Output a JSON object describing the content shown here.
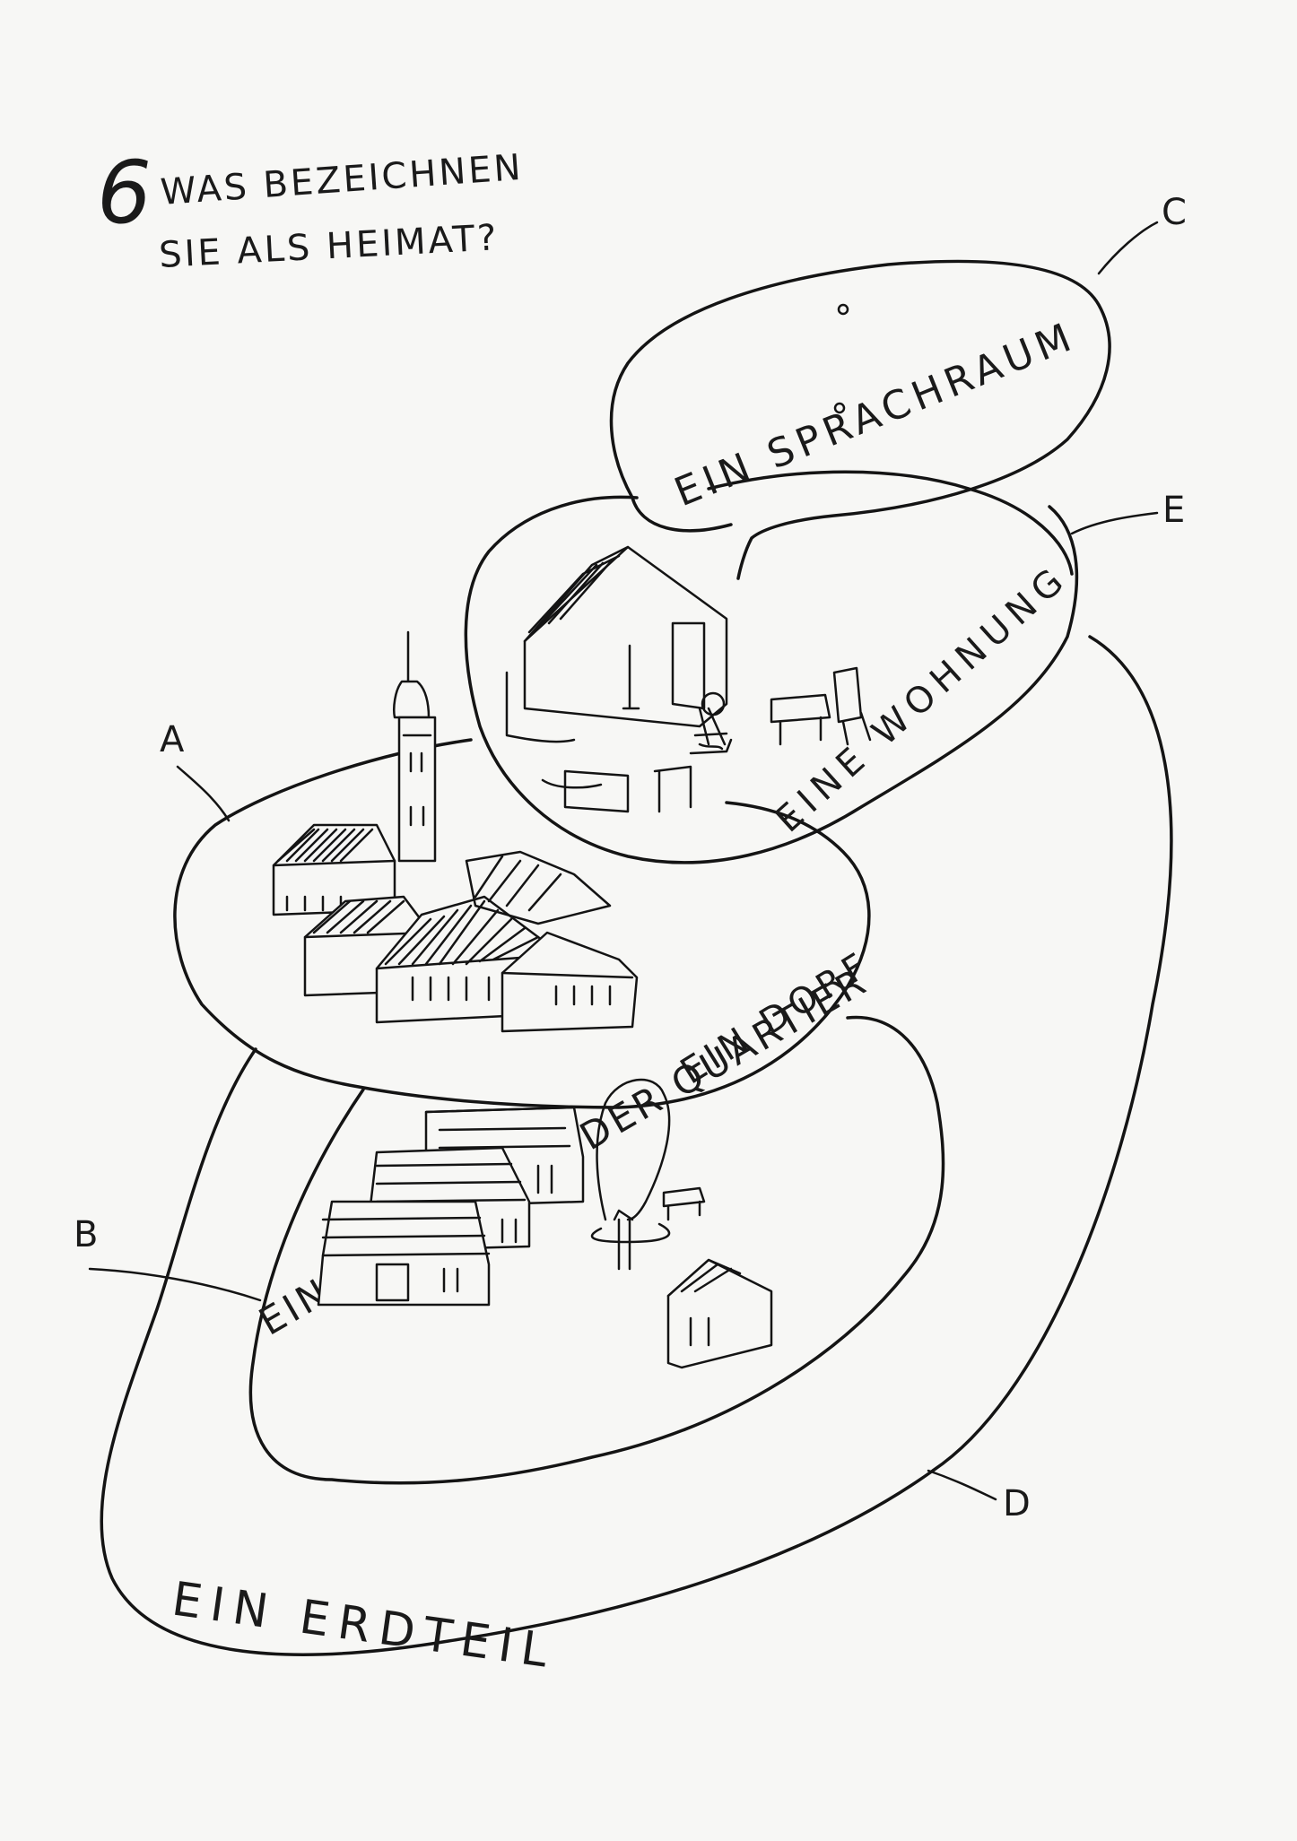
{
  "question": {
    "number": "6",
    "line1": "WAS BEZEICHNEN",
    "line2": "SIE ALS HEIMAT?"
  },
  "areas": [
    {
      "letter": "C",
      "label": "EIN SPRACHRAUM"
    },
    {
      "letter": "E",
      "label": "EINE WOHNUNG"
    },
    {
      "letter": "A",
      "label": "EIN DORF"
    },
    {
      "letter": "B",
      "label": "EIN STADTTEIL ODER QUARTIER"
    },
    {
      "letter": "D",
      "label": "EIN ERDTEIL"
    }
  ],
  "colors": {
    "ink": "#141414",
    "paper": "#f7f7f5"
  }
}
